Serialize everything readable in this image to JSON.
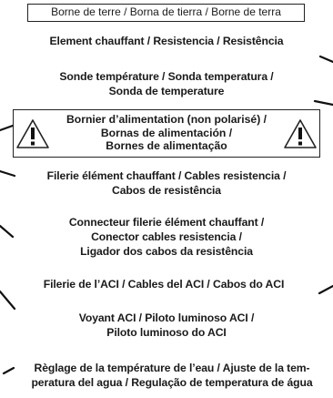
{
  "labels": {
    "ground": "Borne de terre / Borna de tierra / Borne de terra",
    "element": "Element chauffant / Resistencia / Resistência",
    "sensor_line1": "Sonde température / Sonda temperatura /",
    "sensor_line2": "Sonda de temperature",
    "terminal_line1": "Bornier d’alimentation (non polarisé) /",
    "terminal_line2": "Bornas de alimentación /",
    "terminal_line3": "Bornes de alimentação",
    "wiring_line1": "Filerie élément chauffant / Cables resistencia /",
    "wiring_line2": "Cabos de resistência",
    "connector_line1": "Connecteur filerie élément chauffant /",
    "connector_line2": "Conector cables resistencia /",
    "connector_line3": "Ligador dos cabos da resistência",
    "aci_wiring": "Filerie de l’ACI / Cables del ACI / Cabos do ACI",
    "lamp_line1": "Voyant ACI / Piloto luminoso ACI /",
    "lamp_line2": "Piloto luminoso do ACI",
    "adjust_line1": "Règlage de la température de l’eau / Ajuste de la tem-",
    "adjust_line2": "peratura del agua / Regulação de temperatura de água"
  },
  "icons": [
    "warning-triangle-icon",
    "warning-triangle-icon"
  ]
}
